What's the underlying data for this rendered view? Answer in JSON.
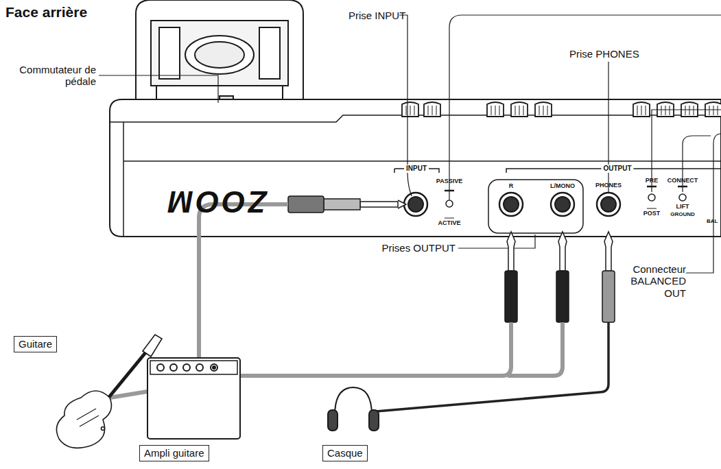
{
  "diagram": {
    "title": "Face arrière",
    "nodes": [
      {
        "text": [
          "Guitare"
        ]
      },
      {
        "text": [
          "Ampli guitare"
        ]
      },
      {
        "text": [
          "Casque"
        ]
      }
    ],
    "labels": [
      "Prise INPUT",
      "Commutateur de pédale",
      "Prise PHONES",
      "Prises OUTPUT",
      "Connecteur BALANCED OUT",
      "ZOOM",
      "INPUT",
      "PASSIVE",
      "ACTIVE",
      "OUTPUT",
      "R",
      "L/MONO",
      "PHONES",
      "PRE",
      "POST",
      "CONNECT",
      "LIFT",
      "GROUND",
      "BAL"
    ]
  }
}
